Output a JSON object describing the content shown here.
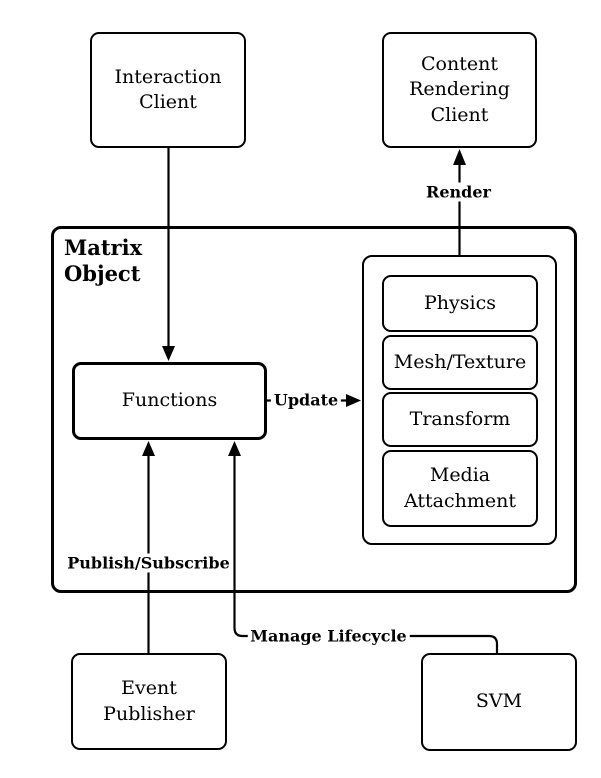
{
  "colors": {
    "stroke": "#000000",
    "background": "#ffffff"
  },
  "nodes": {
    "interaction_client": {
      "label": "Interaction\nClient"
    },
    "content_rendering_client": {
      "label": "Content\nRendering\nClient"
    },
    "matrix_object": {
      "label": "Matrix\nObject"
    },
    "functions": {
      "label": "Functions"
    },
    "physics": {
      "label": "Physics"
    },
    "mesh_texture": {
      "label": "Mesh/Texture"
    },
    "transform": {
      "label": "Transform"
    },
    "media_attachment": {
      "label": "Media\nAttachment"
    },
    "event_publisher": {
      "label": "Event\nPublisher"
    },
    "svm": {
      "label": "SVM"
    }
  },
  "edges": {
    "interaction": {
      "label": "",
      "from": "interaction_client",
      "to": "functions"
    },
    "render": {
      "label": "Render",
      "from": "matrix_object",
      "to": "content_rendering_client"
    },
    "update": {
      "label": "Update",
      "from": "functions",
      "to": "component_stack"
    },
    "publish_subscribe": {
      "label": "Publish/Subscribe",
      "from": "event_publisher",
      "to": "functions"
    },
    "manage_lifecycle": {
      "label": "Manage Lifecycle",
      "from": "svm",
      "to": "functions"
    }
  }
}
